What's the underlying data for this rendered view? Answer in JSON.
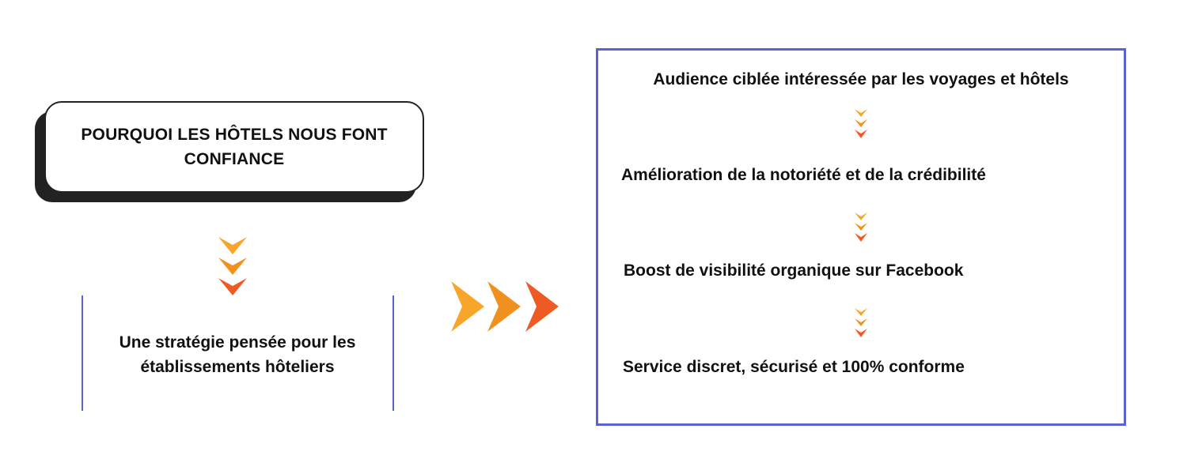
{
  "title_card": {
    "text": "POURQUOI LES HÔTELS NOUS FONT CONFIANCE"
  },
  "strategy": {
    "text": "Une stratégie pensée pour les établissements hôteliers"
  },
  "benefits": [
    {
      "text": "Audience ciblée intéressée par les voyages et hôtels"
    },
    {
      "text": "Amélioration de la notoriété et de la crédibilité"
    },
    {
      "text": "Boost de visibilité organique sur Facebook"
    },
    {
      "text": "Service discret, sécurisé et 100% conforme"
    }
  ],
  "colors": {
    "accent_blue": "#5b63d3",
    "arrow_yellow": "#f8a52b",
    "arrow_orange": "#f0901e",
    "arrow_red": "#ef5a24",
    "shadow_dark": "#222222"
  },
  "icons": {
    "down_arrows": "triple-chevron-down-icon",
    "right_arrows": "triple-chevron-right-icon"
  }
}
